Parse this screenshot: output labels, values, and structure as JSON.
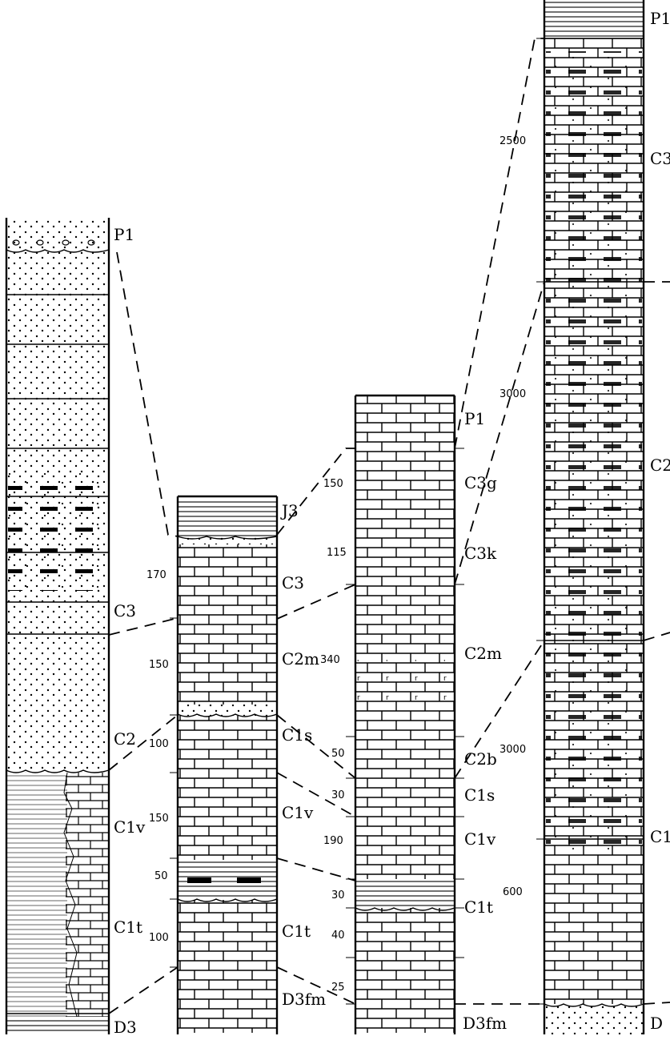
{
  "columns": [
    {
      "labels": [
        "P1",
        "C3",
        "C2",
        "C1v",
        "C1t",
        "D3"
      ],
      "thicknesses": []
    },
    {
      "labels": [
        "J3",
        "C3",
        "C2m",
        "C1s",
        "C1v",
        "C1t",
        "D3fm"
      ],
      "thicknesses": [
        "170",
        "150",
        "100",
        "150",
        "50",
        "100"
      ]
    },
    {
      "labels": [
        "P1",
        "C3g",
        "C3k",
        "C2m",
        "C2b",
        "C1s",
        "C1v",
        "C1t",
        "D3fm"
      ],
      "thicknesses": [
        "150",
        "115",
        "340",
        "50",
        "30",
        "190",
        "30",
        "40",
        "25"
      ]
    },
    {
      "labels": [
        "P1",
        "C3",
        "C2",
        "C1",
        "D"
      ],
      "thicknesses": [
        "2500",
        "3000",
        "3000",
        "600"
      ]
    }
  ],
  "legend_symbols": {
    "limestone": "brick pattern",
    "sandstone": "dots",
    "shale": "horizontal lines",
    "dolomite": "brick with vertical ticks"
  }
}
